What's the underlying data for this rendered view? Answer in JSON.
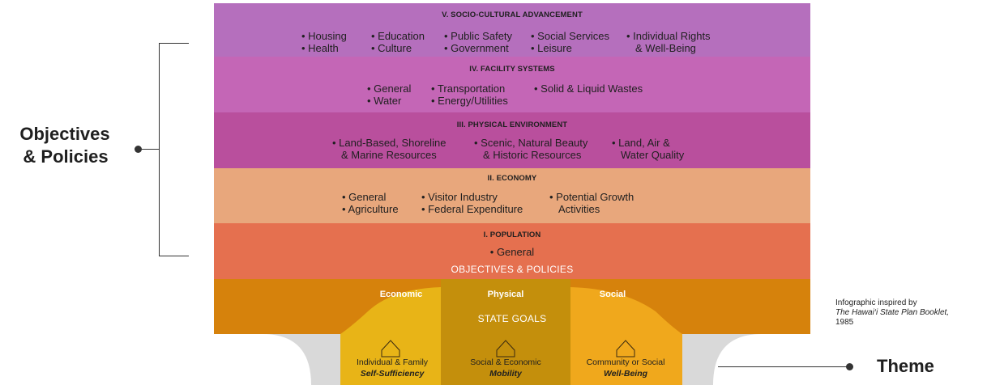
{
  "left_label": {
    "line1": "Objectives",
    "line2": "& Policies"
  },
  "bands": {
    "socio": {
      "title": "V. SOCIO-CULTURAL ADVANCEMENT",
      "items": [
        "• Housing",
        "• Health",
        "• Education",
        "• Culture",
        "• Public Safety",
        "• Government",
        "• Social Services",
        "• Leisure",
        "• Individual Rights",
        "& Well-Being"
      ]
    },
    "facility": {
      "title": "IV. FACILITY SYSTEMS",
      "items": [
        "• General",
        "• Water",
        "• Transportation",
        "• Energy/Utilities",
        "• Solid & Liquid Wastes"
      ]
    },
    "physical": {
      "title": "III. PHYSICAL ENVIRONMENT",
      "items": [
        "• Land-Based, Shoreline",
        "& Marine Resources",
        "• Scenic, Natural Beauty",
        "& Historic Resources",
        "• Land, Air &",
        "Water Quality"
      ]
    },
    "economy": {
      "title": "II. ECONOMY",
      "items": [
        "• General",
        "• Agriculture",
        "• Visitor Industry",
        "• Federal Expenditure",
        "• Potential Growth",
        "Activities"
      ]
    },
    "population": {
      "title": "I. POPULATION",
      "items": [
        "• General"
      ],
      "footer": "OBJECTIVES & POLICIES"
    }
  },
  "goals": {
    "economic": "Economic",
    "physical": "Physical",
    "social": "Social",
    "label": "STATE GOALS"
  },
  "themes": [
    {
      "line1": "Individual & Family",
      "line2": "Self-Sufficiency"
    },
    {
      "line1": "Social & Economic",
      "line2": "Mobility"
    },
    {
      "line1": "Community or Social",
      "line2": "Well-Being"
    }
  ],
  "theme_label": "Theme",
  "credit": {
    "line1": "Infographic inspired by",
    "line2": "The Hawai‘i State Plan Booklet,",
    "line3": "1985"
  },
  "colors": {
    "socio": "#b56fbd",
    "facility": "#c466b6",
    "physical": "#b94f9d",
    "economy": "#e8a77c",
    "population": "#e5704f",
    "goals": "#d6820c",
    "theme_economic": "#e8b417",
    "theme_physical": "#c48f0c",
    "theme_social": "#f0a81c",
    "base": "#d9d9d9"
  }
}
